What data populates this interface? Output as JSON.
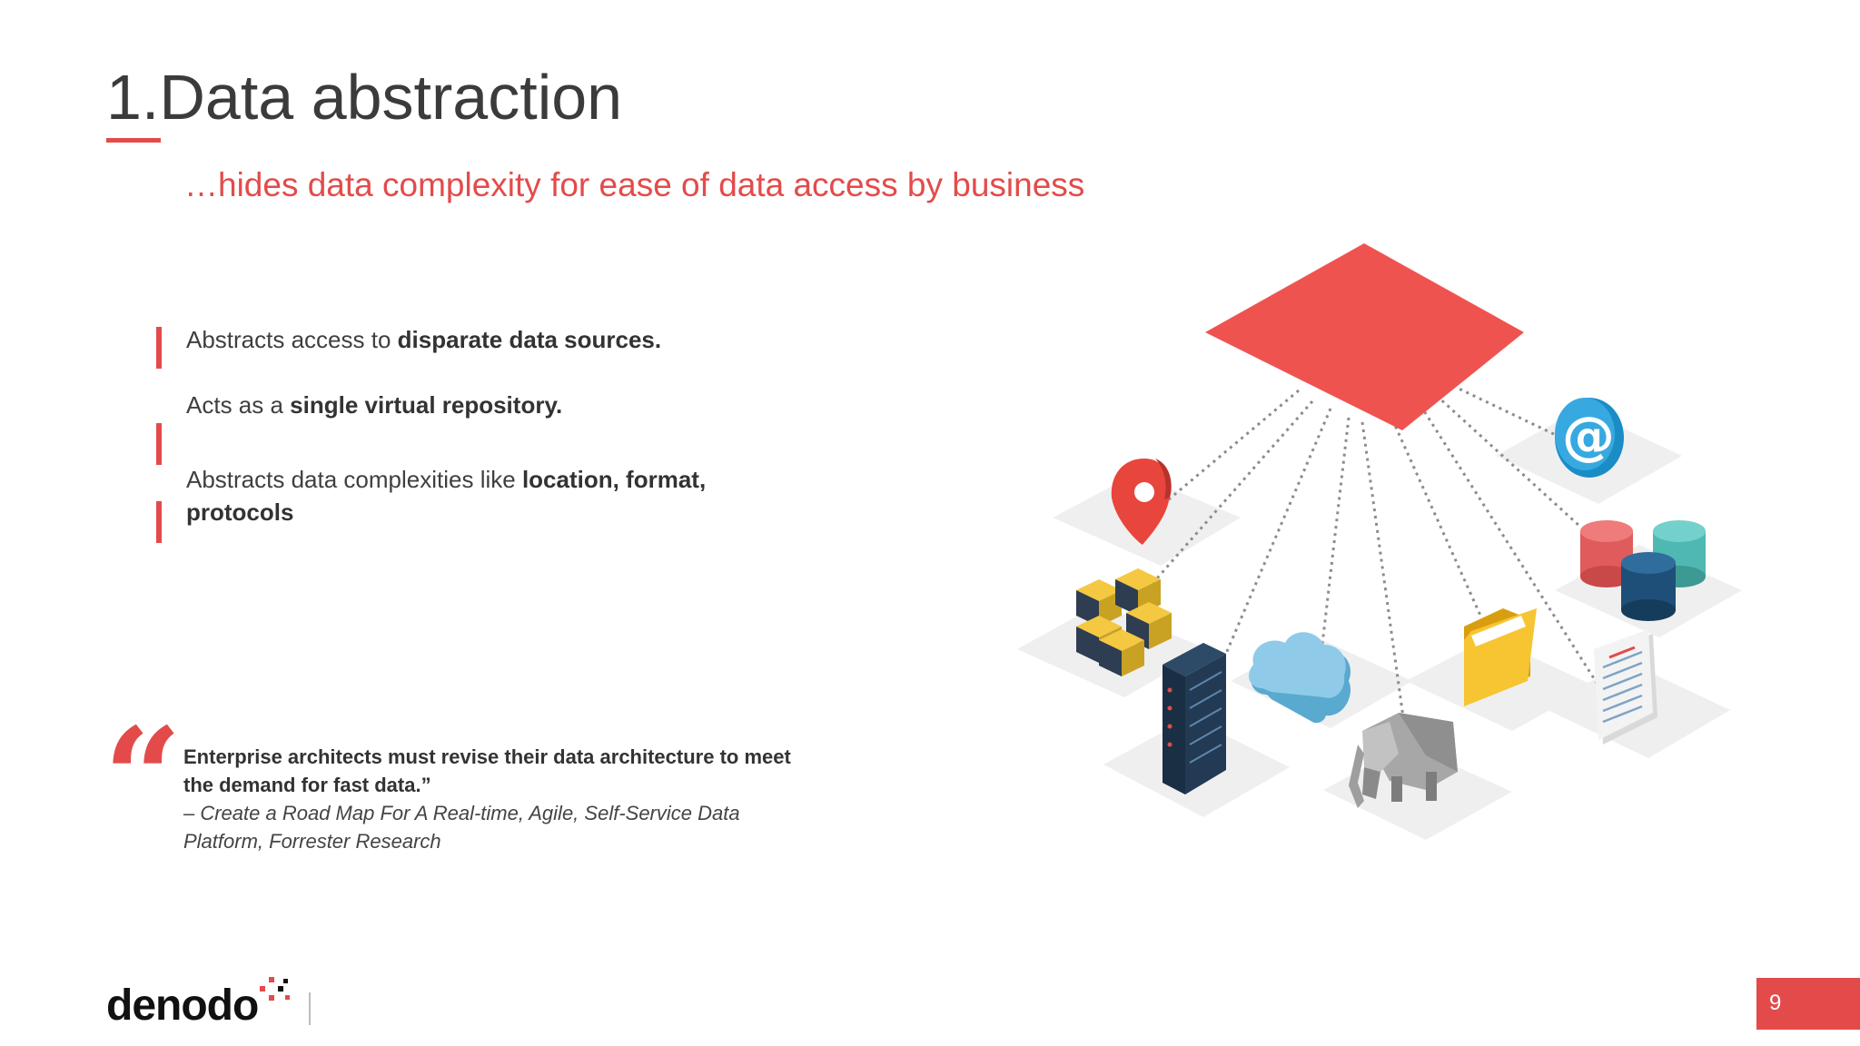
{
  "slide": {
    "title": "1.Data abstraction",
    "subtitle": "…hides data complexity for ease of data access by business"
  },
  "bullets": [
    {
      "plain": "Abstracts access to ",
      "bold": "disparate data sources."
    },
    {
      "plain": "Acts as a ",
      "bold": "single virtual repository."
    },
    {
      "plain": "Abstracts data complexities like ",
      "bold": "location, format,",
      "bold2": "protocols"
    }
  ],
  "quote": {
    "mark": "“",
    "text_line1": "Enterprise architects must revise their data architecture to meet",
    "text_line2": "the demand for fast data.”",
    "source_line1": "– Create a Road Map For A Real-time, Agile, Self-Service Data",
    "source_line2": "Platform, Forrester Research"
  },
  "footer": {
    "logo": "denodo",
    "page_number": "9"
  },
  "colors": {
    "accent": "#e34b4b",
    "text": "#3b3b3b",
    "tile": "#efefef"
  },
  "illustration": {
    "icons": [
      "location-pin-icon",
      "at-sign-icon",
      "database-icon",
      "cubes-icon",
      "server-icon",
      "cloud-icon",
      "folder-icon",
      "document-icon",
      "elephant-icon"
    ]
  }
}
